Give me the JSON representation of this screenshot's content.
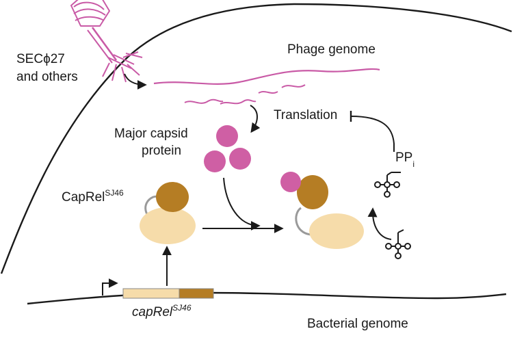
{
  "labels": {
    "phage_name": "SECϕ27",
    "phage_others": "and others",
    "phage_genome": "Phage genome",
    "translation": "Translation",
    "capsid_line1": "Major capsid",
    "capsid_line2": "protein",
    "caprel_base": "CapRel",
    "caprel_sup": "SJ46",
    "gene_base": "capRel",
    "gene_sup": "SJ46",
    "pp_base": "PP",
    "pp_sub": "i",
    "bacterial_genome": "Bacterial genome"
  },
  "colors": {
    "phage": "#c95aa6",
    "capsid_protein": "#cf5fa4",
    "caprel_domain": "#b57d24",
    "caprel_body": "#f6dcaa",
    "linker": "#9a9a9a",
    "lines": "#1a1a1a"
  }
}
